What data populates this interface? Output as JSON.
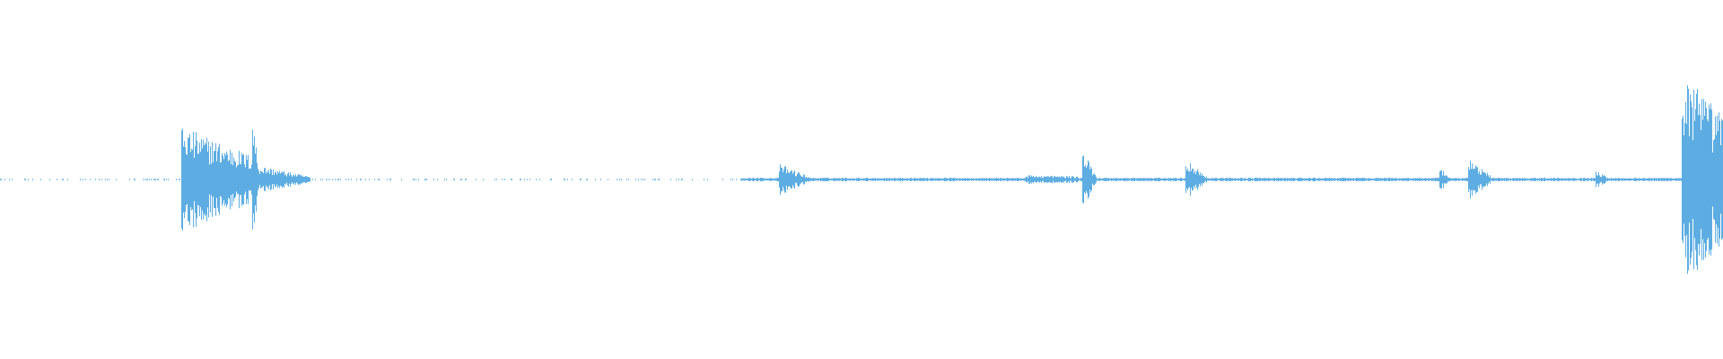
{
  "waveform": {
    "color": "#5dade2",
    "background": "#ffffff",
    "bursts": [
      {
        "start": 0.105,
        "end": 0.146,
        "amplitude": 0.15,
        "decay": 0.55
      },
      {
        "start": 0.146,
        "end": 0.15,
        "amplitude": 0.22,
        "decay": 0.9
      },
      {
        "start": 0.15,
        "end": 0.18,
        "amplitude": 0.04,
        "decay": 0.8
      },
      {
        "start": 0.452,
        "end": 0.47,
        "amplitude": 0.045,
        "decay": 0.85
      },
      {
        "start": 0.595,
        "end": 0.625,
        "amplitude": 0.012,
        "decay": 0.2
      },
      {
        "start": 0.628,
        "end": 0.636,
        "amplitude": 0.085,
        "decay": 0.85
      },
      {
        "start": 0.688,
        "end": 0.7,
        "amplitude": 0.06,
        "decay": 0.85
      },
      {
        "start": 0.835,
        "end": 0.84,
        "amplitude": 0.04,
        "decay": 0.8
      },
      {
        "start": 0.852,
        "end": 0.865,
        "amplitude": 0.06,
        "decay": 0.8
      },
      {
        "start": 0.926,
        "end": 0.932,
        "amplitude": 0.025,
        "decay": 0.6
      },
      {
        "start": 0.976,
        "end": 1.0,
        "amplitude": 0.3,
        "decay": 0.4
      }
    ],
    "baseline_amplitude": 0.004,
    "sparse_region": {
      "start": 0.0,
      "end": 0.43
    }
  }
}
